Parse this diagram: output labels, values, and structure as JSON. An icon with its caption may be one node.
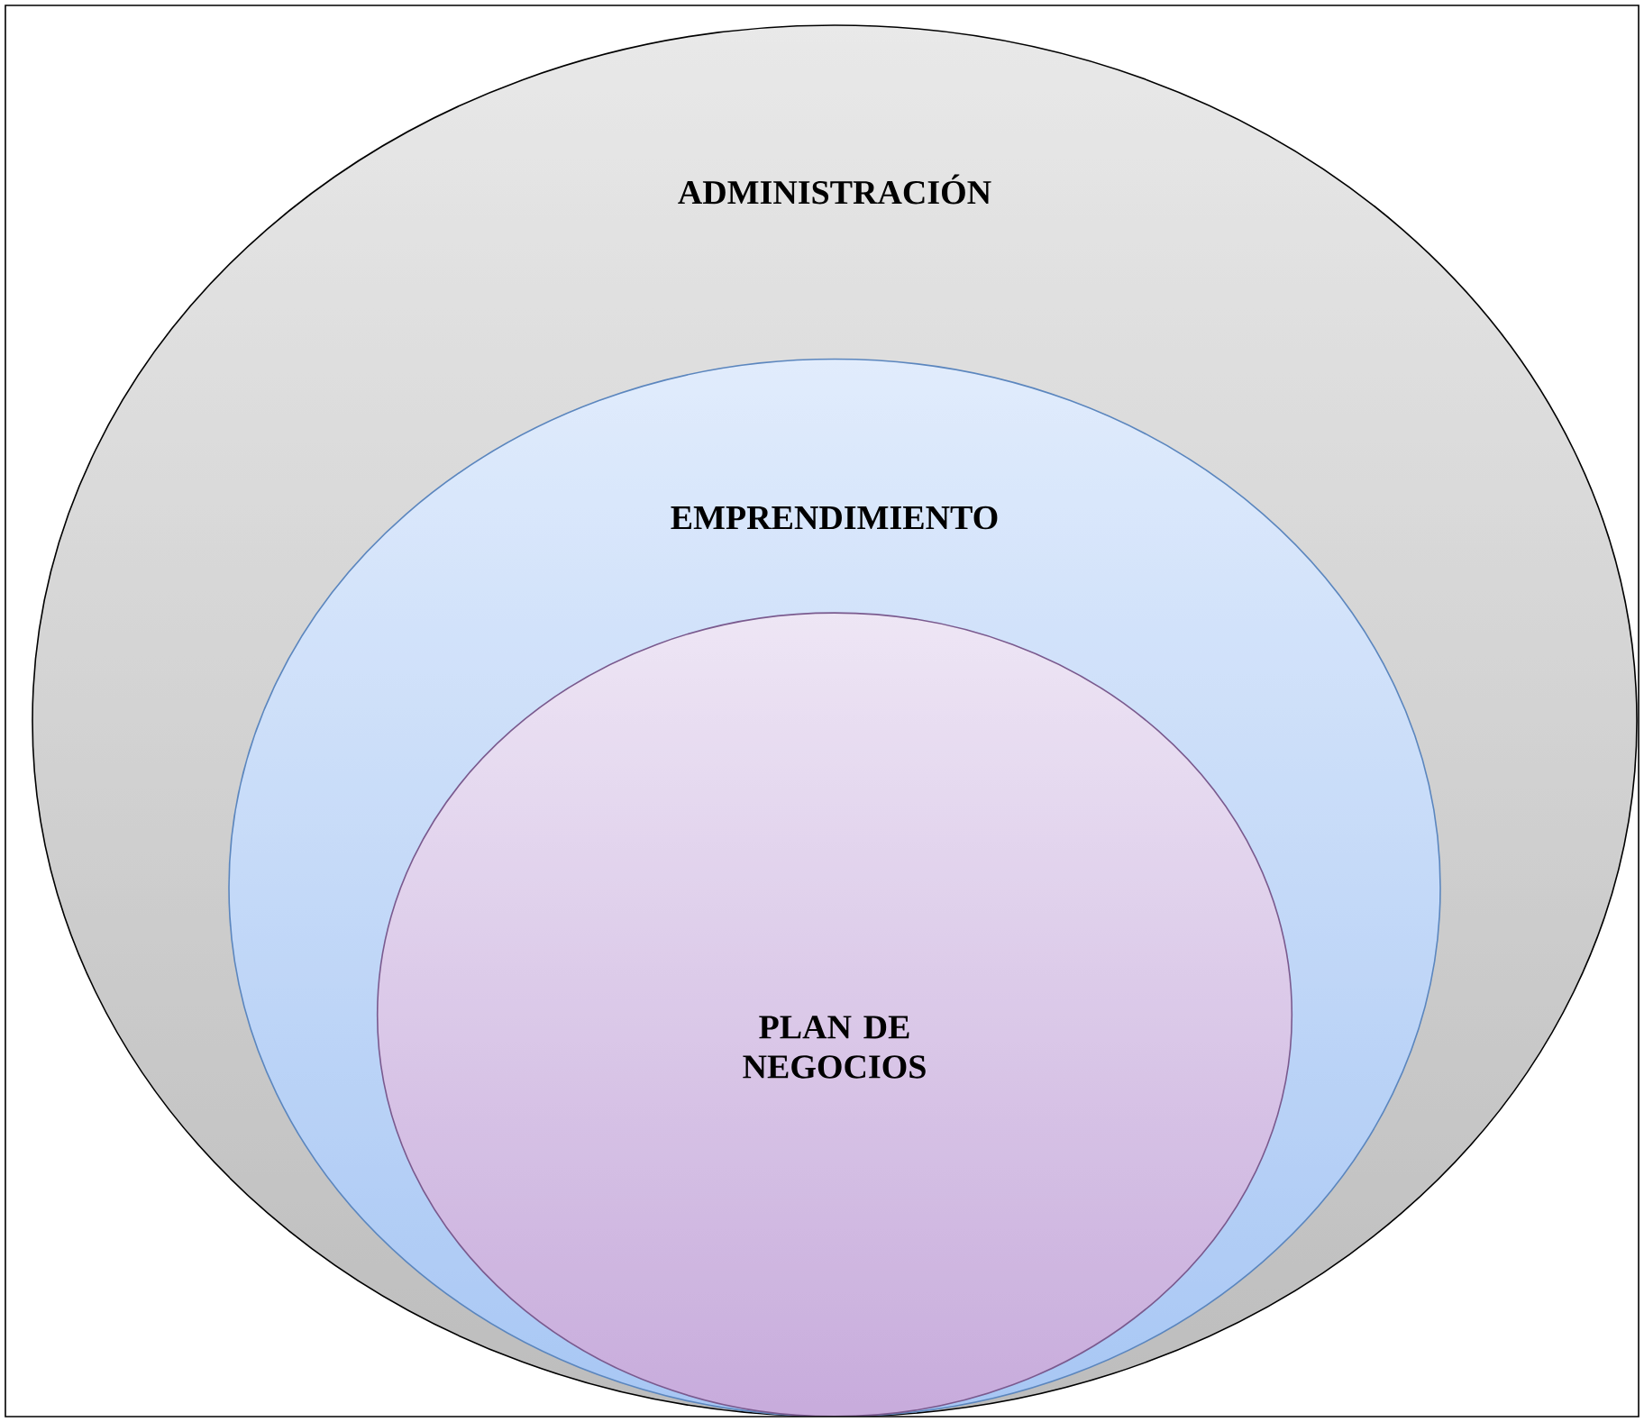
{
  "diagram": {
    "nodes": [
      {
        "text": [
          "ADMINISTRACIÓN"
        ]
      },
      {
        "text": [
          "EMPRENDIMIENTO"
        ],
        "in": 0
      },
      {
        "text": [
          "PLAN DE NEGOCIOS"
        ],
        "in": 1
      }
    ]
  }
}
